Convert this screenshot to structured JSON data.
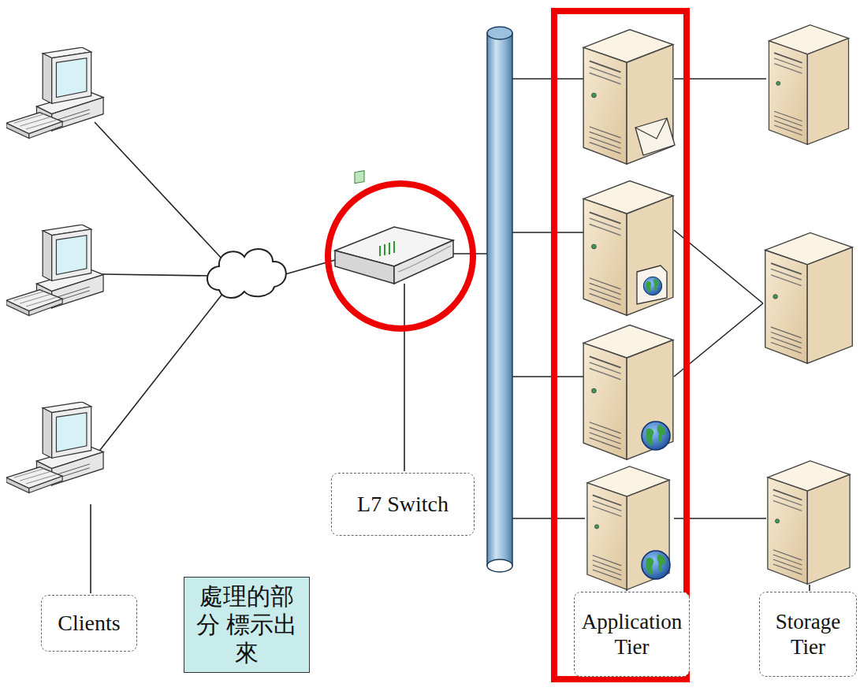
{
  "diagram": {
    "nodes": [
      {
        "text": [
          "L7 Switch"
        ]
      },
      {
        "text": [
          "Clients"
        ]
      },
      {
        "text": [
          "處理的部分 標示出來"
        ]
      },
      {
        "text": [
          "Application Tier"
        ]
      },
      {
        "text": [
          "Storage Tier"
        ]
      }
    ]
  }
}
